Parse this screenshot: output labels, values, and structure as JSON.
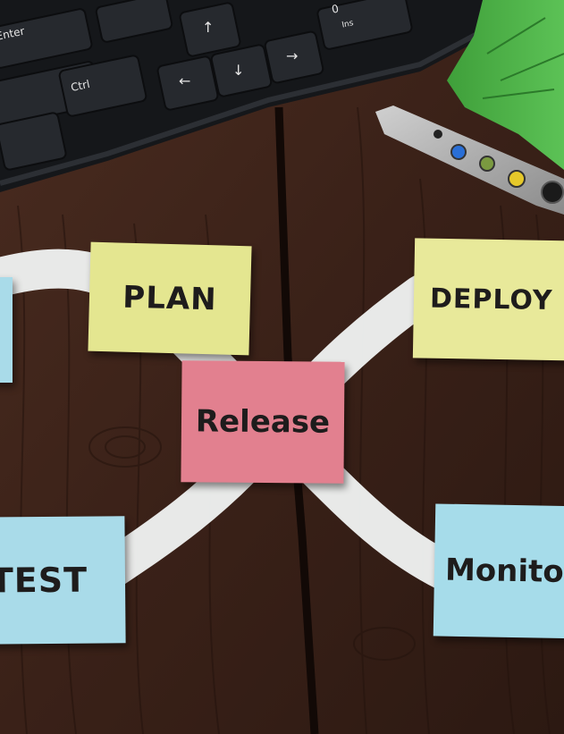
{
  "scene": {
    "description_words": [
      "PLAN",
      "DEPLOY",
      "Release",
      "TEST",
      "Monito"
    ],
    "notes": {
      "plan": "PLAN",
      "deploy": "DEPLOY",
      "release": "Release",
      "test": "TEST",
      "monitor": "Monito"
    },
    "keyboard_keys": {
      "enter": "Enter",
      "ctrl": "Ctrl",
      "zero": "0",
      "ins": "Ins"
    },
    "colors": {
      "wood": "#3a2118",
      "paper_strip": "#eef0ef",
      "yellow_note": "#e4e690",
      "pink_note": "#e2808f",
      "blue_note": "#a9dbe9",
      "keyboard": "#1b1d20",
      "circuit_board": "#3fa83f"
    }
  }
}
